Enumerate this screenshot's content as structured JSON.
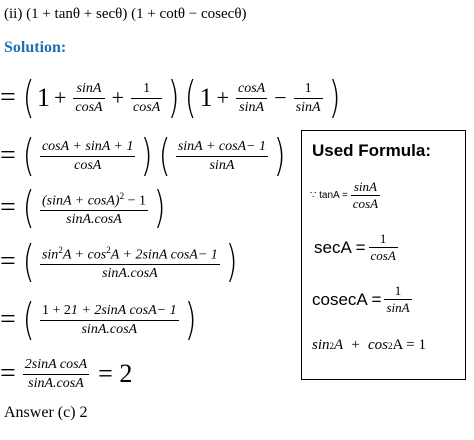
{
  "question": "(ii) (1 + tanθ + secθ) (1 + cotθ − cosecθ)",
  "solution_label": "Solution:",
  "steps": {
    "s1": {
      "eq": "=",
      "one_a": "1",
      "plus_a": "+",
      "f1_num": "sinA",
      "f1_den": "cosA",
      "plus_b": "+",
      "f2_num": "1",
      "f2_den": "cosA",
      "one_b": "1",
      "plus_c": "+",
      "f3_num": "cosA",
      "f3_den": "sinA",
      "minus": "−",
      "f4_num": "1",
      "f4_den": "sinA"
    },
    "s2": {
      "eq": "=",
      "f1_num": "cosA + sinA + 1",
      "f1_den": "cosA",
      "f2_num": "sinA + cosA− 1",
      "f2_den": "sinA"
    },
    "s3": {
      "eq": "=",
      "num_base": "(sinA + cosA)",
      "num_exp": "2",
      "num_tail": "− 1",
      "den": "sinA.cosA"
    },
    "s4": {
      "eq": "=",
      "n_a": "sin",
      "n_exp1": "2",
      "n_b": "A + cos",
      "n_exp2": "2",
      "n_c": "A + 2sinA cosA− 1",
      "den": "sinA.cosA"
    },
    "s5": {
      "eq": "=",
      "num": "1 + 2sinA cosA− 1",
      "den": "sinA.cosA"
    },
    "s6": {
      "eq": "=",
      "num": "2sinA cosA",
      "den": "sinA.cosA",
      "result": "= 2"
    }
  },
  "answer": "Answer (c) 2",
  "formula_box": {
    "title": "Used Formula:",
    "tan_label": "∵ tanA =",
    "tan_num": "sinA",
    "tan_den": "cosA",
    "sec_label": "secA =",
    "sec_num": "1",
    "sec_den": "cosA",
    "cosec_label": "cosecA =",
    "cosec_num": "1",
    "cosec_den": "sinA",
    "identity_a": "sin",
    "identity_exp1": "2",
    "identity_b": "A  +  cos",
    "identity_exp2": "2",
    "identity_c": "A = 1"
  }
}
